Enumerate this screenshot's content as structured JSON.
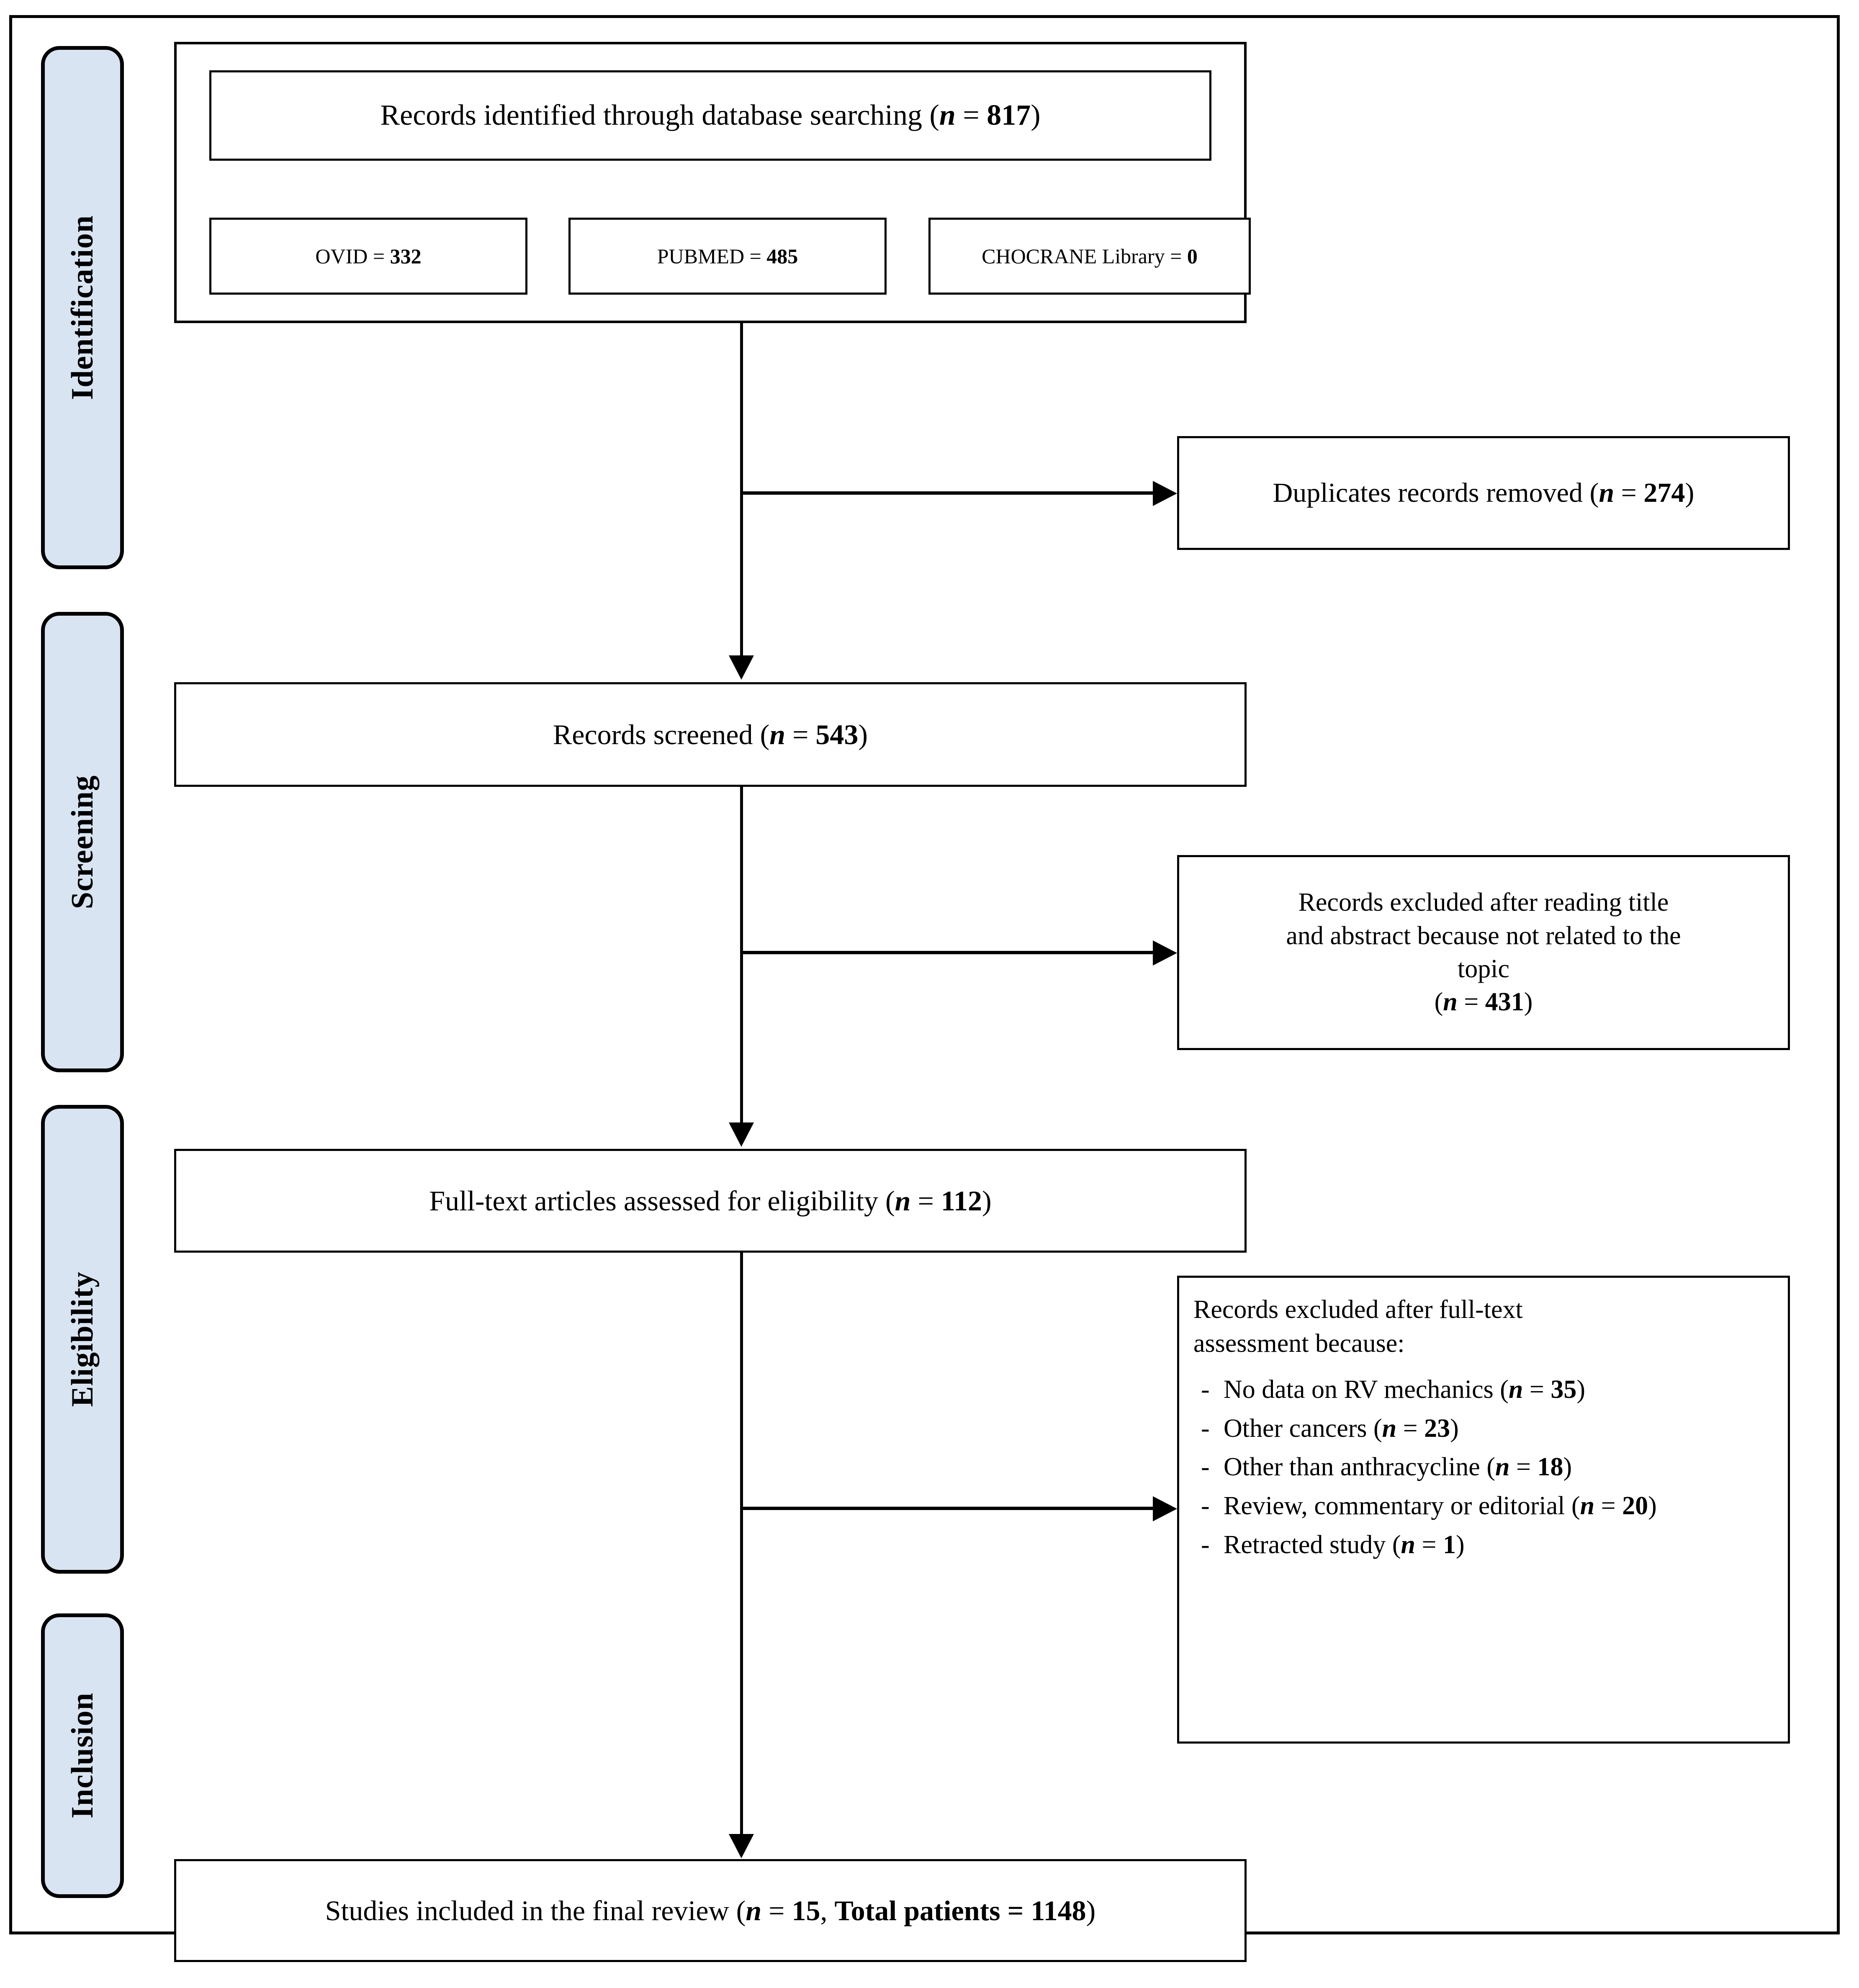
{
  "diagram": {
    "type": "prisma-flow-diagram",
    "title": "PRISMA flow diagram"
  },
  "stages": [
    {
      "id": "identification",
      "label": "Identification"
    },
    {
      "id": "screening",
      "label": "Screening"
    },
    {
      "id": "eligibility",
      "label": "Eligibility"
    },
    {
      "id": "inclusion",
      "label": "Inclusion"
    }
  ],
  "boxes": {
    "identified": {
      "text_before": "Records identified through database searching (",
      "n_symbol": "n",
      "equals": " = ",
      "count": "817",
      "text_after": ")"
    },
    "databases": [
      {
        "name": "OVID",
        "label_before": "OVID = ",
        "count": "332"
      },
      {
        "name": "PUBMED",
        "label_before": "PUBMED = ",
        "count": "485"
      },
      {
        "name": "CHOCRANE Library",
        "label_before": "CHOCRANE Library = ",
        "count": "0"
      }
    ],
    "duplicates": {
      "text_before": "Duplicates records removed (",
      "n_symbol": "n",
      "equals": " = ",
      "count": "274",
      "text_after": ")"
    },
    "screened": {
      "text_before": "Records screened (",
      "n_symbol": "n",
      "equals": " = ",
      "count": "543",
      "text_after": ")"
    },
    "excluded_title_abstract": {
      "line1": "Records excluded after reading  title",
      "line2": "and abstract because not related to the",
      "line3": "topic",
      "open_paren": "(",
      "n_symbol": "n",
      "equals": " = ",
      "count": "431",
      "close_paren": ")"
    },
    "fulltext_assessed": {
      "text_before": "Full-text articles assessed for eligibility (",
      "n_symbol": "n",
      "equals": " = ",
      "count": "112",
      "text_after": ")"
    },
    "excluded_fulltext": {
      "lead_line1": "Records excluded after full-text",
      "lead_line2": "assessment because:",
      "reasons": [
        {
          "label": "No data on RV mechanics",
          "n_symbol": "n",
          "count": "35"
        },
        {
          "label": "Other cancers",
          "n_symbol": "n",
          "count": "23"
        },
        {
          "label": "Other than anthracycline",
          "n_symbol": "n",
          "count": "18"
        },
        {
          "label": "Review, commentary or editorial",
          "n_symbol": "n",
          "count": "20"
        },
        {
          "label": "Retracted study",
          "n_symbol": "n",
          "count": "1"
        }
      ]
    },
    "included": {
      "text_before": "Studies included in the final review (",
      "n_symbol": "n",
      "equals": " = ",
      "count": "15",
      "middle": ", ",
      "patients_label": "Total patients = ",
      "patients_count": "1148",
      "text_after": ")"
    }
  },
  "colors": {
    "stage_pill_fill": "#d9e4f2",
    "line": "#000000",
    "box_fill": "#ffffff"
  }
}
